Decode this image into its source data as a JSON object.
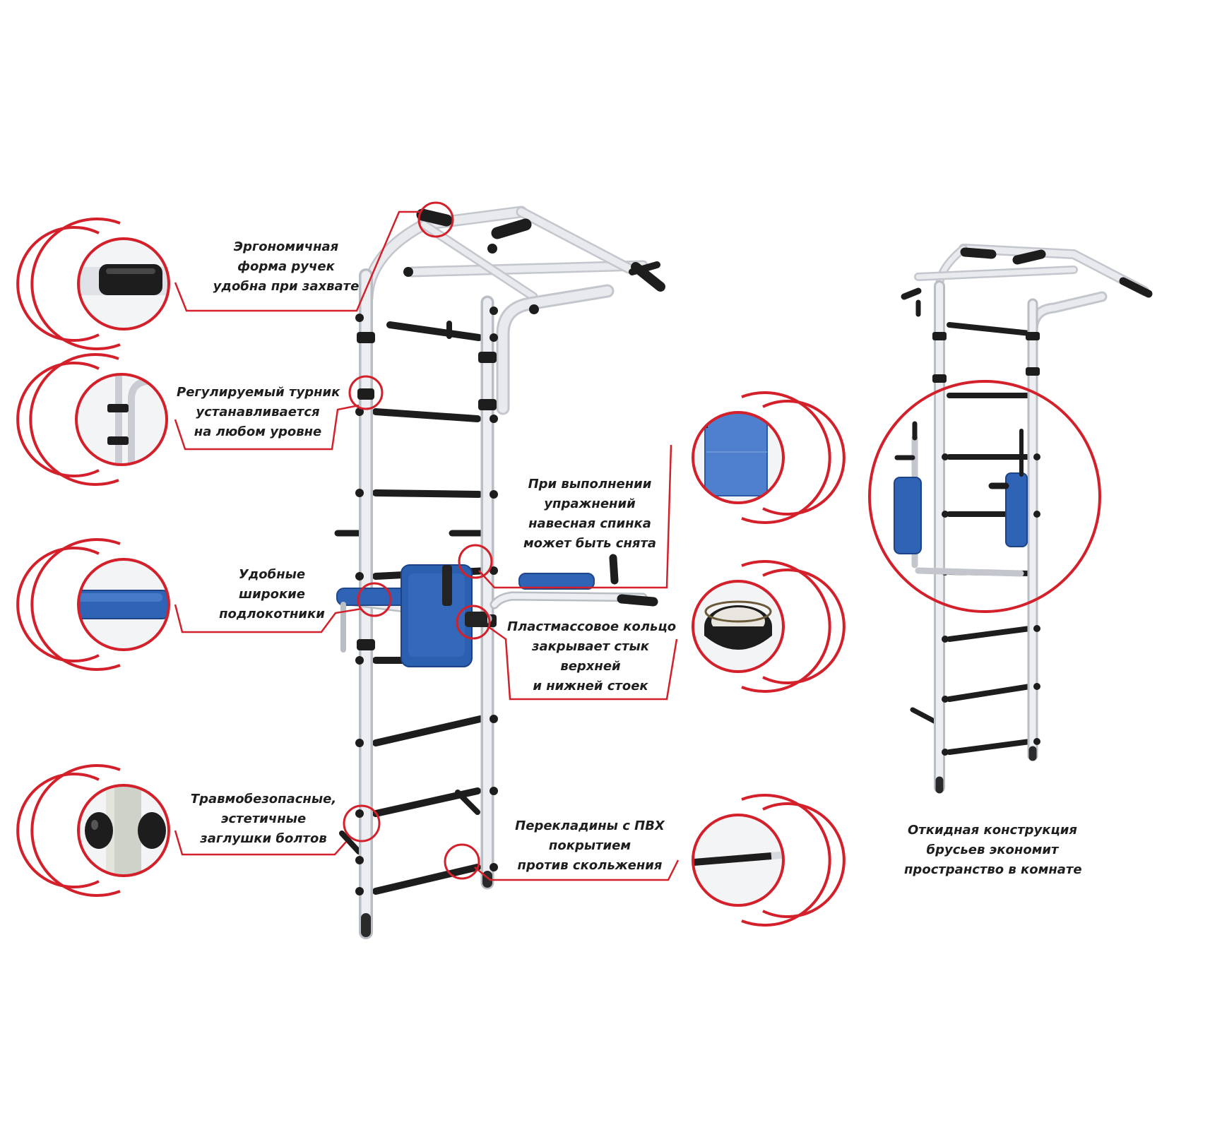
{
  "colors": {
    "accent": "#d3202a",
    "frame": "#e4e6ea",
    "frame_shadow": "#b9bdc4",
    "bar": "#1d1d1d",
    "pad_blue": "#2f63b5",
    "text": "#1e1e1e"
  },
  "callouts": [
    {
      "id": "handles",
      "icon": "handle-grip-icon",
      "lines": [
        "Эргономичная",
        "форма ручек",
        "удобна при захвате"
      ]
    },
    {
      "id": "pullup",
      "icon": "adjustable-pullup-icon",
      "lines": [
        "Регулируемый турник",
        "устанавливается",
        "на любом уровне"
      ]
    },
    {
      "id": "armrests",
      "icon": "armrest-pad-icon",
      "lines": [
        "Удобные",
        "широкие",
        "подлокотники"
      ]
    },
    {
      "id": "bolts",
      "icon": "bolt-cap-icon",
      "lines": [
        "Травмобезопасные,",
        "эстетичные",
        "заглушки болтов"
      ]
    },
    {
      "id": "backrest",
      "icon": "back-pad-icon",
      "lines": [
        "При выполнении",
        "упражнений",
        "навесная спинка",
        "может быть снята"
      ]
    },
    {
      "id": "ring",
      "icon": "plastic-ring-icon",
      "lines": [
        "Пластмассовое кольцо",
        "закрывает стык",
        "верхней",
        "и нижней стоек"
      ]
    },
    {
      "id": "rungs",
      "icon": "pvc-rung-icon",
      "lines": [
        "Перекладины с ПВХ",
        "покрытием",
        "против скольжения"
      ]
    },
    {
      "id": "folding",
      "icon": "folding-bars-icon",
      "lines": [
        "Откидная конструкция",
        "брусьев экономит",
        "пространство в комнате"
      ]
    }
  ]
}
